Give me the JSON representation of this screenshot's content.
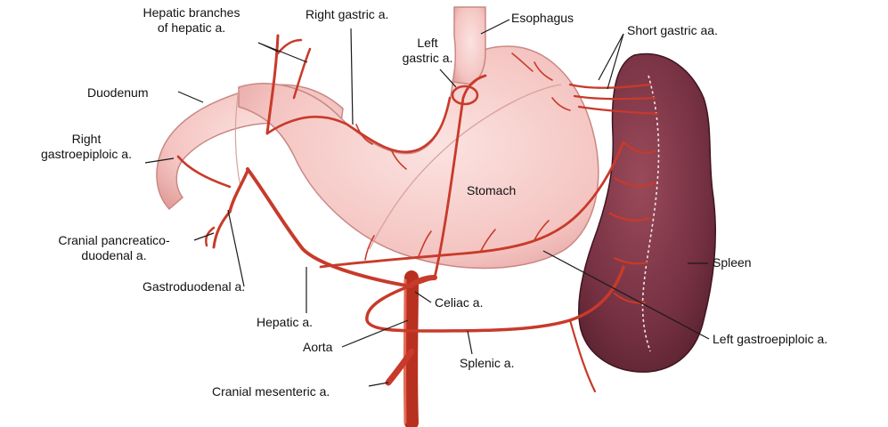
{
  "colors": {
    "stomach": "#f6c9c6",
    "stomach_edge": "#d48d8a",
    "artery": "#c83a2a",
    "artery_dark": "#8e2217",
    "spleen": "#7a3340",
    "spleen_dark": "#4a1a24",
    "leader": "#1a1a1a",
    "background": "#ffffff"
  },
  "labels": {
    "hepatic_branches_1": "Hepatic branches",
    "hepatic_branches_2": "of hepatic a.",
    "right_gastric": "Right gastric a.",
    "left_gastric_1": "Left",
    "left_gastric_2": "gastric a.",
    "esophagus": "Esophagus",
    "short_gastric": "Short gastric aa.",
    "duodenum": "Duodenum",
    "right_gastroepiploic_1": "Right",
    "right_gastroepiploic_2": "gastroepiploic a.",
    "stomach": "Stomach",
    "cranial_pancreatico_1": "Cranial pancreatico-",
    "cranial_pancreatico_2": "duodenal a.",
    "gastroduodenal": "Gastroduodenal a.",
    "spleen": "Spleen",
    "celiac": "Celiac a.",
    "hepatic": "Hepatic a.",
    "aorta": "Aorta",
    "left_gastroepiploic": "Left gastroepiploic a.",
    "splenic": "Splenic a.",
    "cranial_mesenteric": "Cranial mesenteric a."
  }
}
